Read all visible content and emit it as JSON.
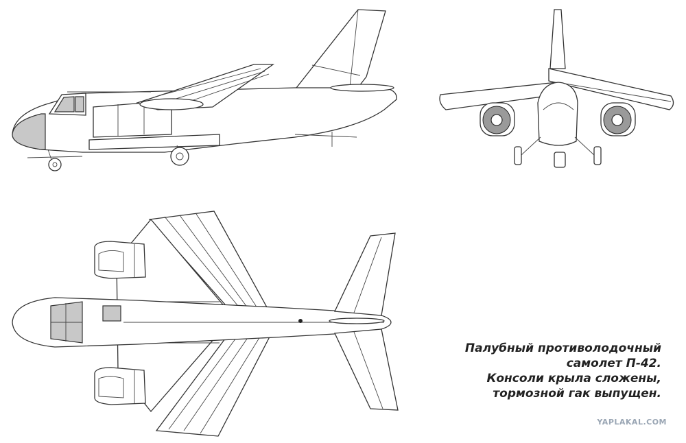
{
  "caption": {
    "lines": [
      "Палубный противолодочный",
      "самолет П-42.",
      "Консоли крыла сложены,",
      "тормозной гак выпущен."
    ]
  },
  "watermark": {
    "text": "YAPLAKAL.COM",
    "color": "#9aa6b4"
  }
}
